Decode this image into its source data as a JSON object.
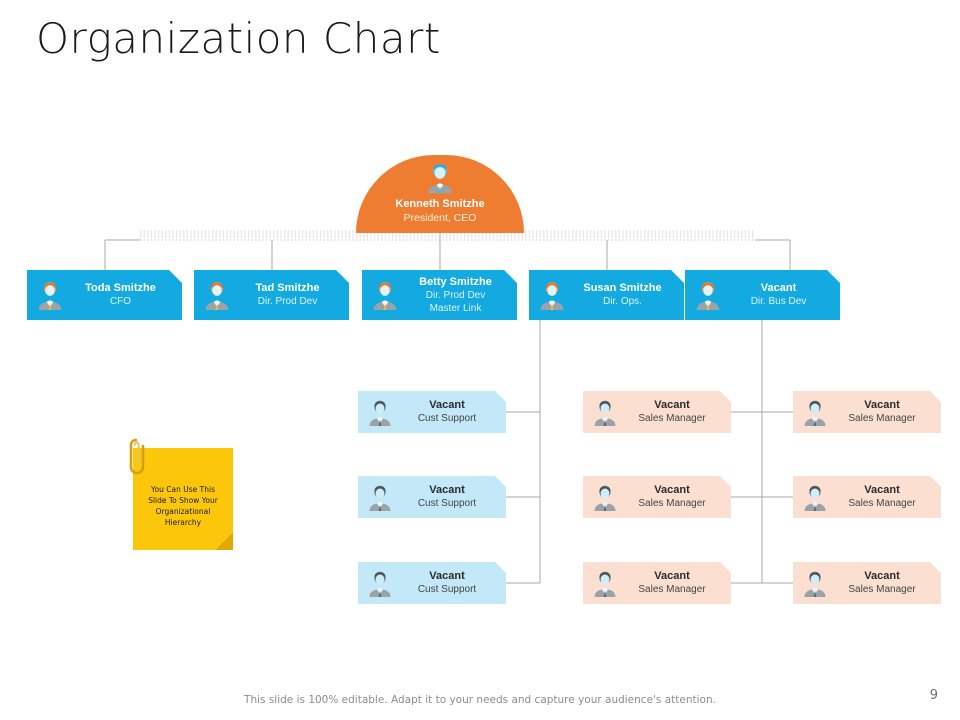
{
  "slide": {
    "title": "Organization Chart",
    "page_number": "9",
    "footer": "This slide is 100% editable. Adapt it to your needs and capture your audience's attention.",
    "colors": {
      "accent_orange": "#ef7d31",
      "accent_blue": "#13a9e1",
      "pale_blue": "#c3e8f8",
      "peach": "#fbe0d2",
      "sticky_yellow": "#fcc60b",
      "connector_gray": "#a9a9a9"
    }
  },
  "chart_data": {
    "type": "diagram",
    "title": "Organization Chart",
    "root": {
      "name": "Kenneth Smitzhe",
      "role": "President, CEO"
    },
    "level2": [
      {
        "name": "Toda Smitzhe",
        "role": "CFO"
      },
      {
        "name": "Tad Smitzhe",
        "role": "Dir. Prod Dev"
      },
      {
        "name": "Betty Smitzhe",
        "role": "Dir. Prod Dev\nMaster Link"
      },
      {
        "name": "Susan Smitzhe",
        "role": "Dir. Ops."
      },
      {
        "name": "Vacant",
        "role": "Dir. Bus Dev"
      }
    ],
    "cust_support": [
      {
        "name": "Vacant",
        "role": "Cust Support"
      },
      {
        "name": "Vacant",
        "role": "Cust Support"
      },
      {
        "name": "Vacant",
        "role": "Cust Support"
      }
    ],
    "sales_middle": [
      {
        "name": "Vacant",
        "role": "Sales Manager"
      },
      {
        "name": "Vacant",
        "role": "Sales Manager"
      },
      {
        "name": "Vacant",
        "role": "Sales Manager"
      }
    ],
    "sales_right": [
      {
        "name": "Vacant",
        "role": "Sales Manager"
      },
      {
        "name": "Vacant",
        "role": "Sales Manager"
      },
      {
        "name": "Vacant",
        "role": "Sales Manager"
      }
    ]
  },
  "sticky": {
    "line1": "You Can Use This",
    "line2": "Slide To Show Your",
    "line3": "Organizational",
    "line4": "Hierarchy"
  }
}
